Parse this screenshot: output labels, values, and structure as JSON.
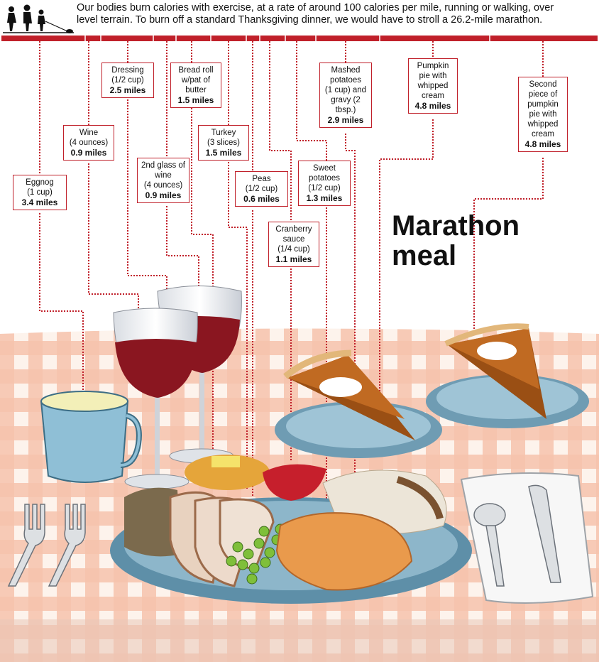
{
  "intro": "Our bodies burn calories with exercise, at a rate of around 100 calories per mile, running or walking, over level terrain. To burn off a standard Thanksgiving dinner, we would have to stroll a 26.2-mile marathon.",
  "headline": [
    "Marathon",
    "meal"
  ],
  "items": [
    {
      "name": "Eggnog",
      "portion": "(1 cup)",
      "miles": "3.4 miles"
    },
    {
      "name": "Wine",
      "portion": "(4 ounces)",
      "miles": "0.9 miles"
    },
    {
      "name": "Dressing",
      "portion": "(1/2 cup)",
      "miles": "2.5 miles"
    },
    {
      "name": "2nd glass of wine",
      "portion": "(4 ounces)",
      "miles": "0.9 miles"
    },
    {
      "name": "Bread roll w/pat of butter",
      "portion": "",
      "miles": "1.5 miles"
    },
    {
      "name": "Turkey",
      "portion": "(3 slices)",
      "miles": "1.5 miles"
    },
    {
      "name": "Peas",
      "portion": "(1/2 cup)",
      "miles": "0.6 miles"
    },
    {
      "name": "Cranberry sauce",
      "portion": "(1/4 cup)",
      "miles": "1.1 miles"
    },
    {
      "name": "Sweet potatoes",
      "portion": "(1/2 cup)",
      "miles": "1.3 miles"
    },
    {
      "name": "Mashed potatoes",
      "portion": "(1 cup) and gravy (2 tbsp.)",
      "miles": "2.9 miles"
    },
    {
      "name": "Pumpkin pie with whipped cream",
      "portion": "",
      "miles": "4.8 miles"
    },
    {
      "name": "Second piece of pumpkin pie with whipped cream",
      "portion": "",
      "miles": "4.8 miles"
    }
  ],
  "colors": {
    "accent": "#c0202a",
    "wine": "#8a1620",
    "cloth": "#f4b9a0",
    "plate": "#7fa9bd",
    "pie": "#a35a1c"
  }
}
